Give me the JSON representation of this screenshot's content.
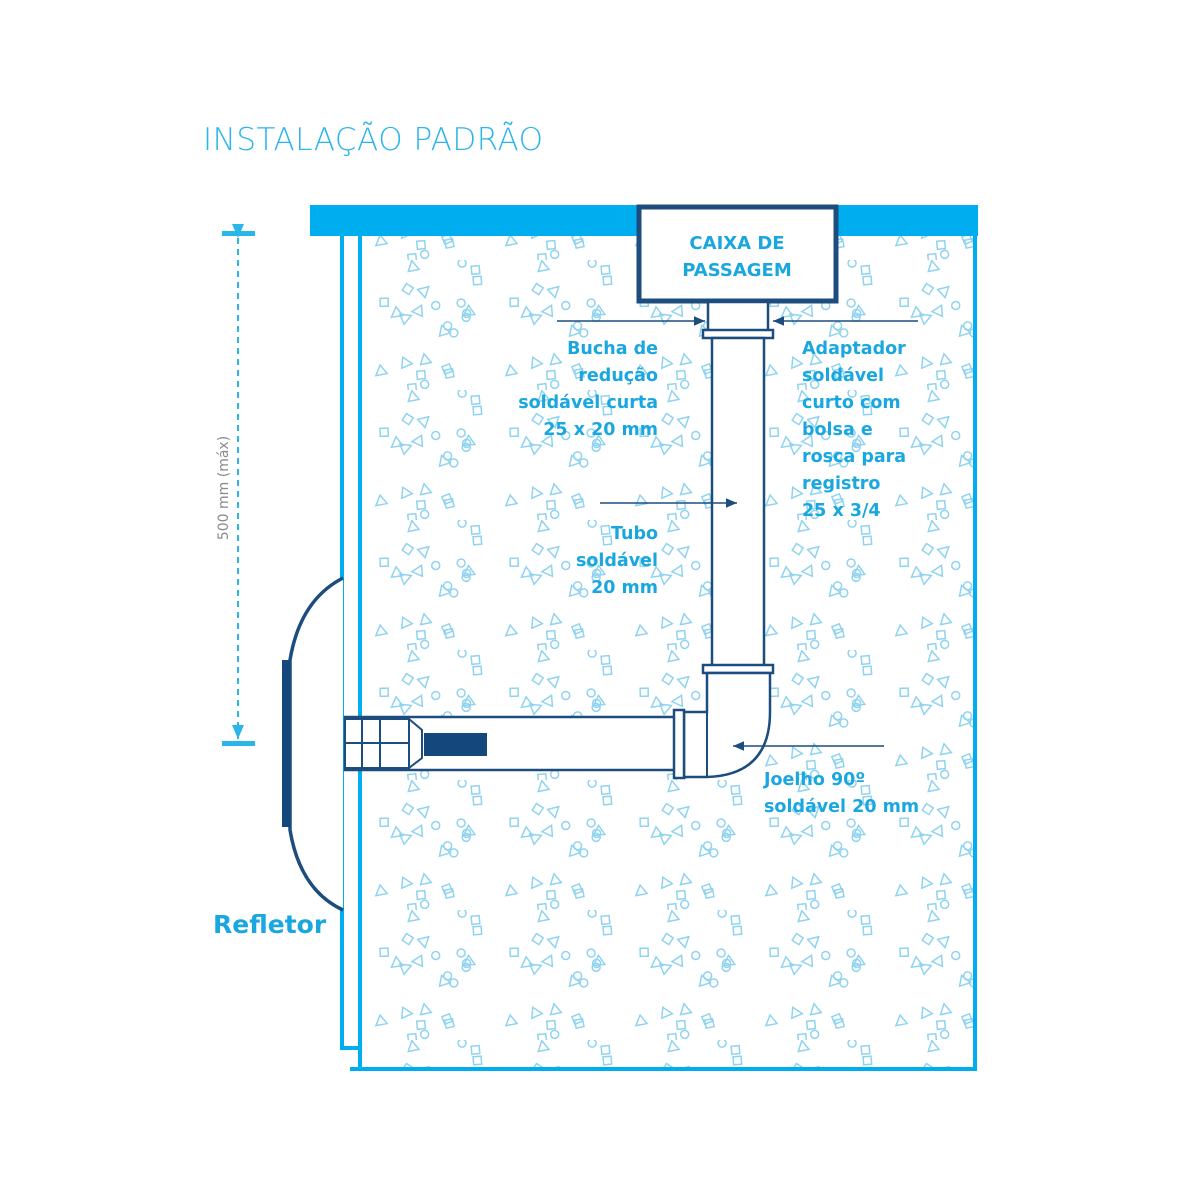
{
  "title": "INSTALAÇÃO PADRÃO",
  "colors": {
    "accent": "#00aeef",
    "navy": "#1d4d7e",
    "label": "#1aa7e0",
    "texture": "#8fd3f0"
  },
  "caixa": {
    "line1": "CAIXA DE",
    "line2": "PASSAGEM"
  },
  "labels": {
    "bucha": [
      "Bucha de",
      "redução",
      "soldável curta",
      "25 x 20 mm"
    ],
    "adaptador": [
      "Adaptador",
      "soldável",
      "curto com",
      "bolsa e",
      "rosca para",
      "registro",
      "25 x 3/4"
    ],
    "tubo": [
      "Tubo",
      "soldável",
      "20 mm"
    ],
    "joelho": [
      "Joelho 90º",
      "soldável 20 mm"
    ],
    "refletor": "Refletor"
  },
  "dimension": "500 mm (máx)"
}
